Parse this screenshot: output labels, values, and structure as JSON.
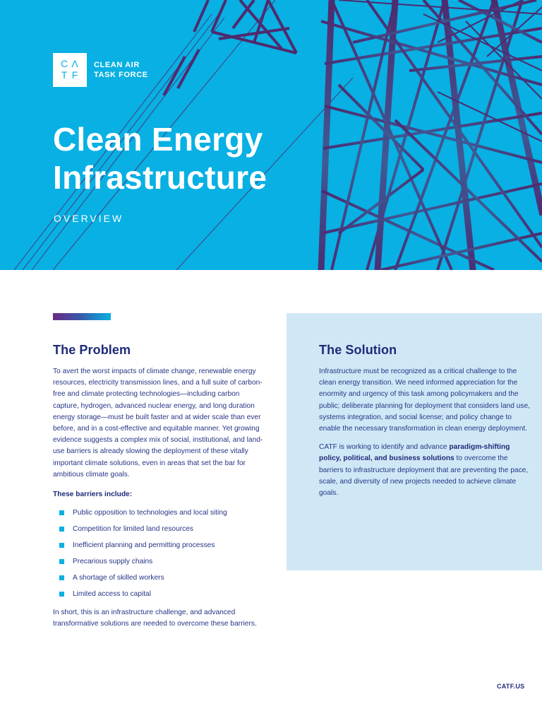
{
  "brand": {
    "logo_letters": [
      "C",
      "Λ",
      "T",
      "F"
    ],
    "name_line1": "CLEAN AIR",
    "name_line2": "TASK FORCE"
  },
  "hero": {
    "title_line1": "Clean Energy",
    "title_line2": "Infrastructure",
    "subtitle": "OVERVIEW",
    "background_color": "#08b0e3",
    "tower_color": "#4f2a6e"
  },
  "problem": {
    "heading": "The Problem",
    "paragraph": "To avert the worst impacts of climate change, renewable energy resources, electricity transmission lines, and a full suite of carbon-free and climate protecting technologies—including carbon capture, hydrogen, advanced nuclear energy, and long duration energy storage—must be built faster and at wider scale than ever before, and in a cost-effective and equitable manner. Yet growing evidence suggests a complex mix of social, institutional, and land-use barriers is already slowing the deployment of these vitally important climate solutions, even in areas that set the bar for ambitious climate goals.",
    "barriers_title": "These barriers include:",
    "barriers": [
      "Public opposition to technologies and local siting",
      "Competition for limited land resources",
      "Inefficient planning and permitting processes",
      "Precarious supply chains",
      "A shortage of skilled workers",
      "Limited access to capital"
    ],
    "closing": "In short, this is an infrastructure challenge, and advanced transformative solutions are needed to overcome these barriers."
  },
  "solution": {
    "heading": "The Solution",
    "paragraph1": "Infrastructure must be recognized as a critical challenge to the clean energy transition. We need informed appreciation for the enormity and urgency of this task among policymakers and the public; deliberate planning for deployment that considers land use, systems integration, and social license; and policy change to enable the necessary transformation in clean energy deployment.",
    "paragraph2_prefix": "CATF is working to identify and advance ",
    "paragraph2_bold": "paradigm-shifting policy, political, and business solutions",
    "paragraph2_suffix": " to overcome the barriers to infrastructure deployment that are preventing the pace, scale, and diversity of new projects needed to achieve climate goals.",
    "panel_color": "#d0e8f6"
  },
  "footer": {
    "url": "CATF.US"
  },
  "colors": {
    "navy_text": "#1e2a78",
    "accent_cyan": "#08b0e3",
    "accent_purple": "#6a2a84"
  }
}
